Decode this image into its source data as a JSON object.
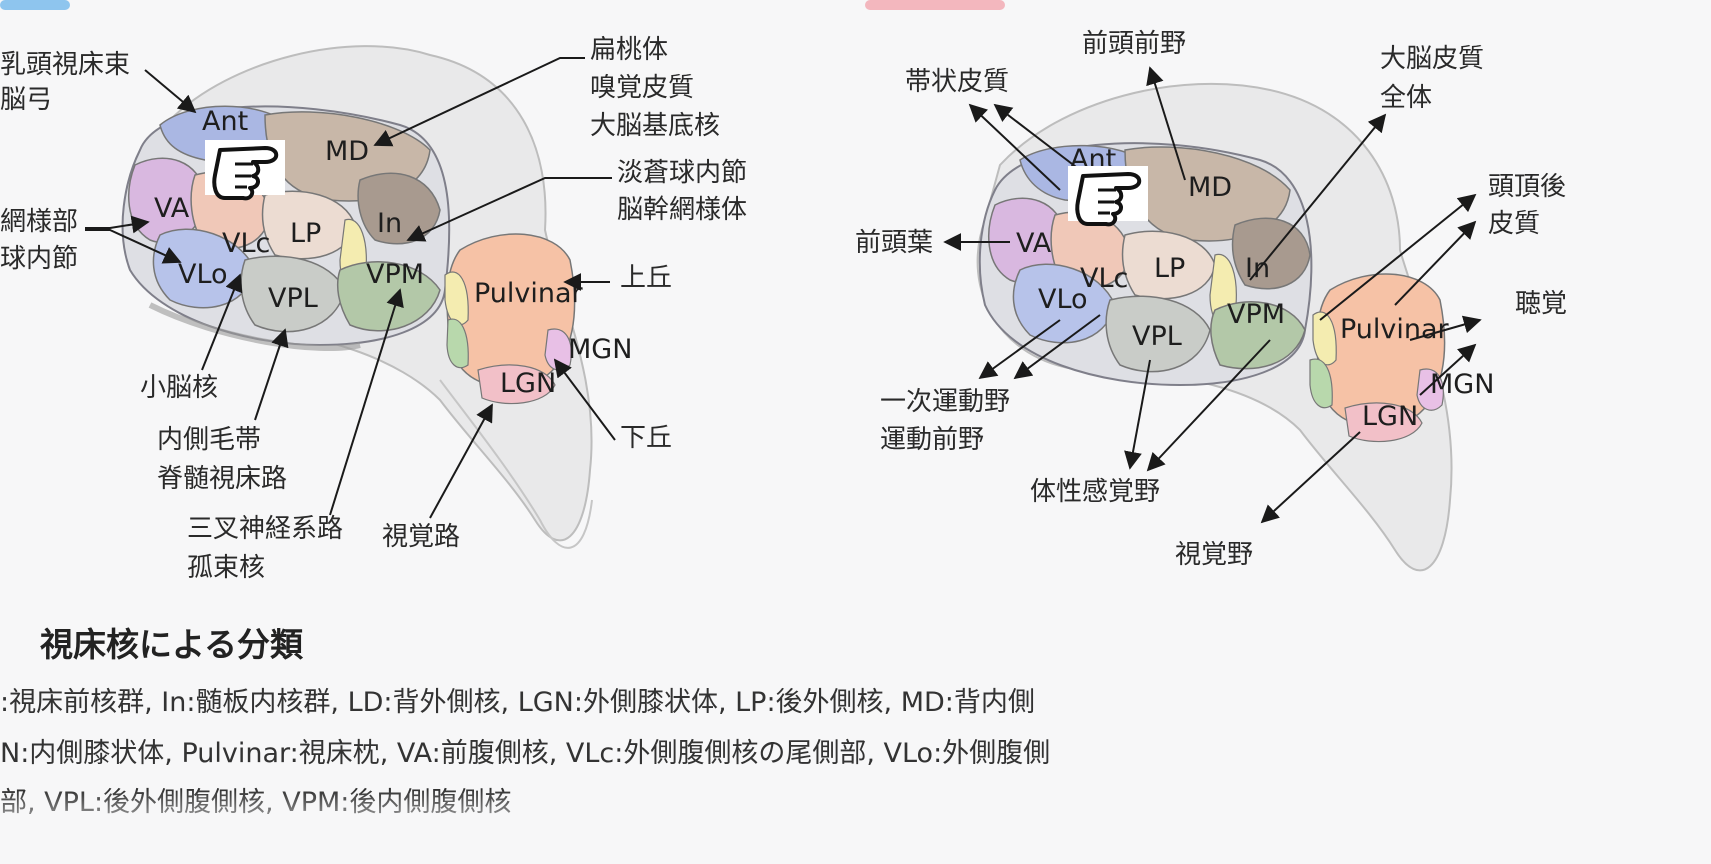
{
  "left_figure": {
    "nuclei": {
      "ant": "Ant",
      "md": "MD",
      "va": "VA",
      "vlc": "VLc",
      "lp": "LP",
      "in": "In",
      "vlo": "VLo",
      "vpl": "VPL",
      "vpm": "VPM",
      "pulvinar": "Pulvinar",
      "mgn": "MGN",
      "lgn": "LGN"
    },
    "labels": {
      "mammillothalamic_1": "乳頭視床束",
      "mammillothalamic_2": "脳弓",
      "amygdala_1": "扁桃体",
      "amygdala_2": "嗅覚皮質",
      "amygdala_3": "大脳基底核",
      "globus_1": "淡蒼球内節",
      "globus_2": "脳幹網様体",
      "reticular_1": "網様部",
      "reticular_2": "球内節",
      "superior_colliculus": "上丘",
      "cerebellar": "小脳核",
      "lemniscus_1": "内側毛帯",
      "lemniscus_2": "脊髄視床路",
      "trigeminal_1": "三叉神経系路",
      "trigeminal_2": "孤束核",
      "optic_tract": "視覚路",
      "inferior_colliculus": "下丘"
    }
  },
  "right_figure": {
    "nuclei": {
      "ant": "Ant",
      "md": "MD",
      "va": "VA",
      "vlc": "VLc",
      "lp": "LP",
      "in": "In",
      "vlo": "VLo",
      "vpl": "VPL",
      "vpm": "VPM",
      "pulvinar": "Pulvinar",
      "mgn": "MGN",
      "lgn": "LGN"
    },
    "labels": {
      "prefrontal": "前頭前野",
      "cingulate": "帯状皮質",
      "cerebral_1": "大脳皮質",
      "cerebral_2": "全体",
      "frontal": "前頭葉",
      "parietal_1": "頭頂後",
      "parietal_2": "皮質",
      "auditory": "聴覚",
      "motor_1": "一次運動野",
      "motor_2": "運動前野",
      "somatosensory": "体性感覚野",
      "visual": "視覚野"
    }
  },
  "section_title": "視床核による分類",
  "legend_lines": [
    ":視床前核群, In:髄板内核群, LD:背外側核, LGN:外側膝状体, LP:後外側核, MD:背内側",
    "N:内側膝状体, Pulvinar:視床枕, VA:前腹側核, VLc:外側腹側核の尾側部, VLo:外側腹側",
    "部, VPL:後外側腹側核, VPM:後内側腹側核"
  ],
  "colors": {
    "ant": "#aab7e3",
    "md": "#c8b7a8",
    "va": "#d9b8e0",
    "vlc": "#f0c8b8",
    "vlo": "#b7c3ea",
    "lp": "#ecdcd2",
    "vpl": "#c9ccc8",
    "vpm": "#b3c8a8",
    "in": "#a89a8f",
    "pulvinar": "#f6c2a6",
    "lgn": "#f2c0c8",
    "mgn": "#e8c0e6",
    "yellow": "#f4ecb0",
    "green": "#b8d8ac"
  }
}
